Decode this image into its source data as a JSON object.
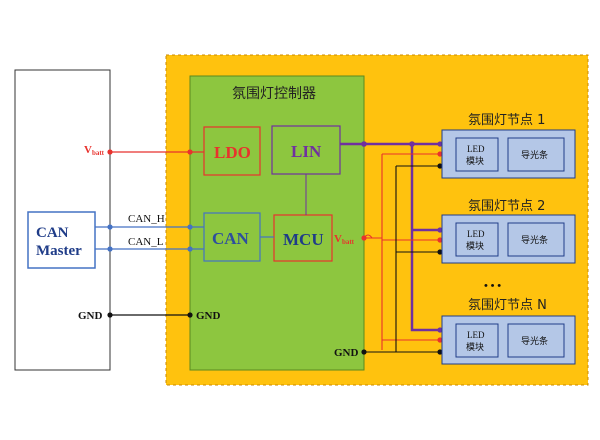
{
  "colors": {
    "orange_bg": "#FFC20E",
    "green_ctrl": "#8DC63F",
    "node_blue": "#B4C7E7",
    "red_line": "#E8322D",
    "purple_line": "#7030A0",
    "blue_line": "#4472C4",
    "black_line": "#000000"
  },
  "controller": {
    "title": "氛围灯控制器"
  },
  "blocks": {
    "ldo": "LDO",
    "lin": "LIN",
    "can": "CAN",
    "mcu": "MCU"
  },
  "can_master": {
    "line1": "CAN",
    "line2": "Master"
  },
  "signals": {
    "vbatt_main": "V",
    "vbatt_main_sub": "batt",
    "vbatt_ctrl": "V",
    "vbatt_ctrl_sub": "batt",
    "can_h": "CAN_H",
    "can_l": "CAN_L",
    "gnd_left": "GND",
    "gnd_ctrl": "GND",
    "gnd_right": "GND"
  },
  "nodes": [
    {
      "title": "氛围灯节点 1",
      "led_line1": "LED",
      "led_line2": "模块",
      "guide": "导光条"
    },
    {
      "title": "氛围灯节点 2",
      "led_line1": "LED",
      "led_line2": "模块",
      "guide": "导光条"
    },
    {
      "title": "氛围灯节点 N",
      "led_line1": "LED",
      "led_line2": "模块",
      "guide": "导光条"
    }
  ],
  "ellipsis": "• • •"
}
